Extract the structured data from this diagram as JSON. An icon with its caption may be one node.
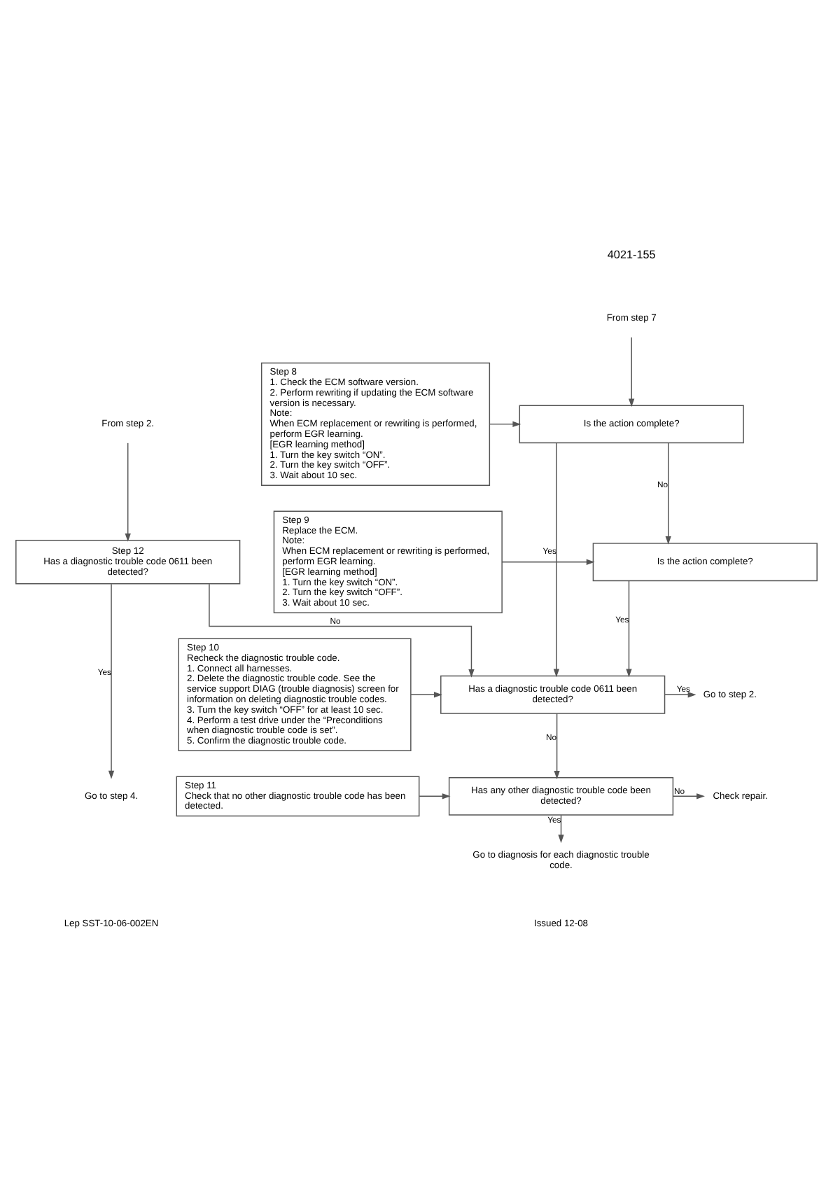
{
  "diagram": {
    "nodes": [
      {
        "text": [
          "From step 7"
        ]
      },
      {
        "text": [
          "Step 8",
          "1. Check the ECM software version.",
          "2. Perform rewriting if updating the ECM software version is necessary.",
          "Note:",
          "When ECM replacement or rewriting is performed, perform EGR learning.",
          "[EGR learning method]",
          "1. Turn the key switch “ON”.",
          "2. Turn the key switch “OFF”.",
          "3. Wait about 10 sec."
        ]
      },
      {
        "text": [
          "Is the action complete?"
        ]
      },
      {
        "text": [
          "Step 9",
          "Replace the ECM.",
          "Note:",
          "When ECM replacement or rewriting is performed, perform EGR learning.",
          "[EGR learning method]",
          "1. Turn the key switch “ON”.",
          "2. Turn the key switch “OFF”.",
          "3. Wait about 10 sec."
        ]
      },
      {
        "text": [
          "Is the action complete?"
        ]
      },
      {
        "text": [
          "Step 10",
          "Recheck the diagnostic trouble code.",
          "1. Connect all harnesses.",
          "2. Delete the diagnostic trouble code. See the service support DIAG (trouble diagnosis) screen for information on deleting diagnostic trouble codes.",
          "3. Turn the key switch “OFF” for at least 10 sec.",
          "4. Perform a test drive under the “Preconditions when diagnostic trouble code is set”.",
          "5. Confirm the diagnostic trouble code."
        ]
      },
      {
        "text": [
          "Has a diagnostic trouble code 0611 been detected?"
        ]
      },
      {
        "text": [
          "Go to step 2."
        ]
      },
      {
        "text": [
          "Step 11",
          "Check that no other diagnostic trouble code has been detected."
        ]
      },
      {
        "text": [
          "Has any other diagnostic trouble code been detected?"
        ]
      },
      {
        "text": [
          "Check repair."
        ]
      },
      {
        "text": [
          "Go to diagnosis for each diagnostic trouble code."
        ]
      },
      {
        "text": [
          "From step 2."
        ]
      },
      {
        "text": [
          "Step 12",
          "Has a diagnostic trouble code 0611 been detected?"
        ]
      },
      {
        "text": [
          "Go to step 4."
        ]
      }
    ],
    "edges": [
      {
        "from": 0,
        "to": 2,
        "arrow": "to"
      },
      {
        "from": 1,
        "to": 2,
        "arrow": "to"
      },
      {
        "from": 2,
        "to": 4,
        "arrow": "to",
        "label": "No"
      },
      {
        "from": 3,
        "to": 4,
        "arrow": "to"
      },
      {
        "from": 2,
        "to": 6,
        "arrow": "to",
        "label": "Yes"
      },
      {
        "from": 4,
        "to": 6,
        "arrow": "to",
        "label": "Yes"
      },
      {
        "from": 5,
        "to": 6,
        "arrow": "to"
      },
      {
        "from": 13,
        "to": 6,
        "arrow": "to",
        "label": "No"
      },
      {
        "from": 6,
        "to": 7,
        "arrow": "to",
        "label": "Yes"
      },
      {
        "from": 6,
        "to": 9,
        "arrow": "to",
        "label": "No"
      },
      {
        "from": 8,
        "to": 9,
        "arrow": "to"
      },
      {
        "from": 9,
        "to": 10,
        "arrow": "to",
        "label": "No"
      },
      {
        "from": 9,
        "to": 11,
        "arrow": "to",
        "label": "Yes"
      },
      {
        "from": 12,
        "to": 13,
        "arrow": "to"
      },
      {
        "from": 13,
        "to": 14,
        "arrow": "to",
        "label": "Yes"
      }
    ],
    "labels": [
      "4021-155",
      "Lep SST-10-06-002EN",
      "Issued 12-08"
    ]
  }
}
